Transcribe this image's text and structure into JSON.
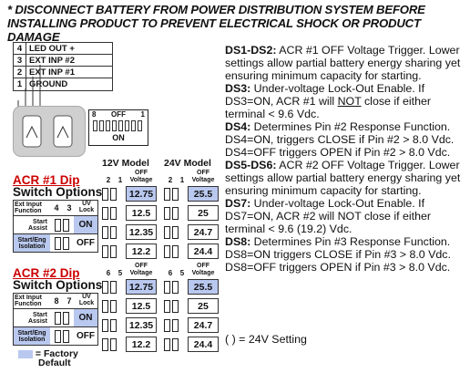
{
  "warning": "* DISCONNECT BATTERY FROM POWER DISTRIBUTION SYSTEM BEFORE INSTALLING PRODUCT TO PREVENT ELECTRICAL SHOCK OR PRODUCT DAMAGE",
  "terminals": [
    {
      "num": "4",
      "label": "LED OUT +"
    },
    {
      "num": "3",
      "label": "EXT INP #2"
    },
    {
      "num": "2",
      "label": "EXT INP #1"
    },
    {
      "num": "1",
      "label": "GROUND"
    }
  ],
  "dip_header": {
    "left": "8",
    "off": "OFF",
    "right": "1",
    "on": "ON"
  },
  "model_12v": "12V Model",
  "model_24v": "24V Model",
  "acr1": {
    "title1": "ACR #1 Dip",
    "title2": "Switch Options",
    "col_a": "2",
    "col_b": "1",
    "col_c": "4",
    "col_d": "3",
    "ext": "Ext Input Function",
    "uv": "UV Lock",
    "start_assist": "Start Assist",
    "start_eng": "Start/Eng Isolation",
    "on": "ON",
    "off": "OFF",
    "off_voltage": "OFF Voltage",
    "v12": [
      "12.75",
      "12.5",
      "12.35",
      "12.2"
    ],
    "v24": [
      "25.5",
      "25",
      "24.7",
      "24.4"
    ]
  },
  "acr2": {
    "title1": "ACR #2 Dip",
    "title2": "Switch Options",
    "col_a": "6",
    "col_b": "5",
    "col_c": "8",
    "col_d": "7",
    "ext": "Ext Input Function",
    "uv": "UV Lock",
    "start_assist": "Start Assist",
    "start_eng": "Start/Eng Isolation",
    "on": "ON",
    "off": "OFF",
    "off_voltage": "OFF Voltage",
    "v12": [
      "12.75",
      "12.5",
      "12.35",
      "12.2"
    ],
    "v24": [
      "25.5",
      "25",
      "24.7",
      "24.4"
    ]
  },
  "legend": {
    "line1": "= Factory",
    "line2": "Default"
  },
  "descriptions": {
    "ds12_key": "DS1-DS2:",
    "ds12_text": " ACR #1 OFF Voltage Trigger. Lower settings allow partial battery energy sharing yet ensuring minimum capacity for starting.",
    "ds3_key": "DS3:",
    "ds3_text_a": " Under-voltage Lock-Out Enable. If DS3=ON, ACR #1 will ",
    "ds3_not": "NOT",
    "ds3_text_b": " close if either terminal < 9.6 Vdc.",
    "ds4_key": "DS4:",
    "ds4_text": " Determines Pin #2 Response Function. DS4=ON, triggers CLOSE if Pin #2 > 8.0 Vdc. DS4=OFF triggers OPEN if Pin #2 > 8.0 Vdc.",
    "ds56_key": "DS5-DS6:",
    "ds56_text": " ACR #2 OFF Voltage Trigger. Lower settings allow partial battery energy sharing yet ensuring minimum capacity for starting.",
    "ds7_key": "DS7:",
    "ds7_text": " Under-voltage Lock-Out Enable. If DS7=ON, ACR #2 will NOT close if either terminal < 9.6 (19.2) Vdc.",
    "ds8_key": "DS8:",
    "ds8_text": " Determines Pin #3 Response Function. DS8=ON triggers CLOSE if Pin #3 > 8.0 Vdc. DS8=OFF triggers OPEN if Pin #3 > 8.0 Vdc."
  },
  "footnote": "(  ) = 24V Setting",
  "colors": {
    "highlight": "#b9c8ef",
    "relay_gray": "#cfcfcf"
  }
}
